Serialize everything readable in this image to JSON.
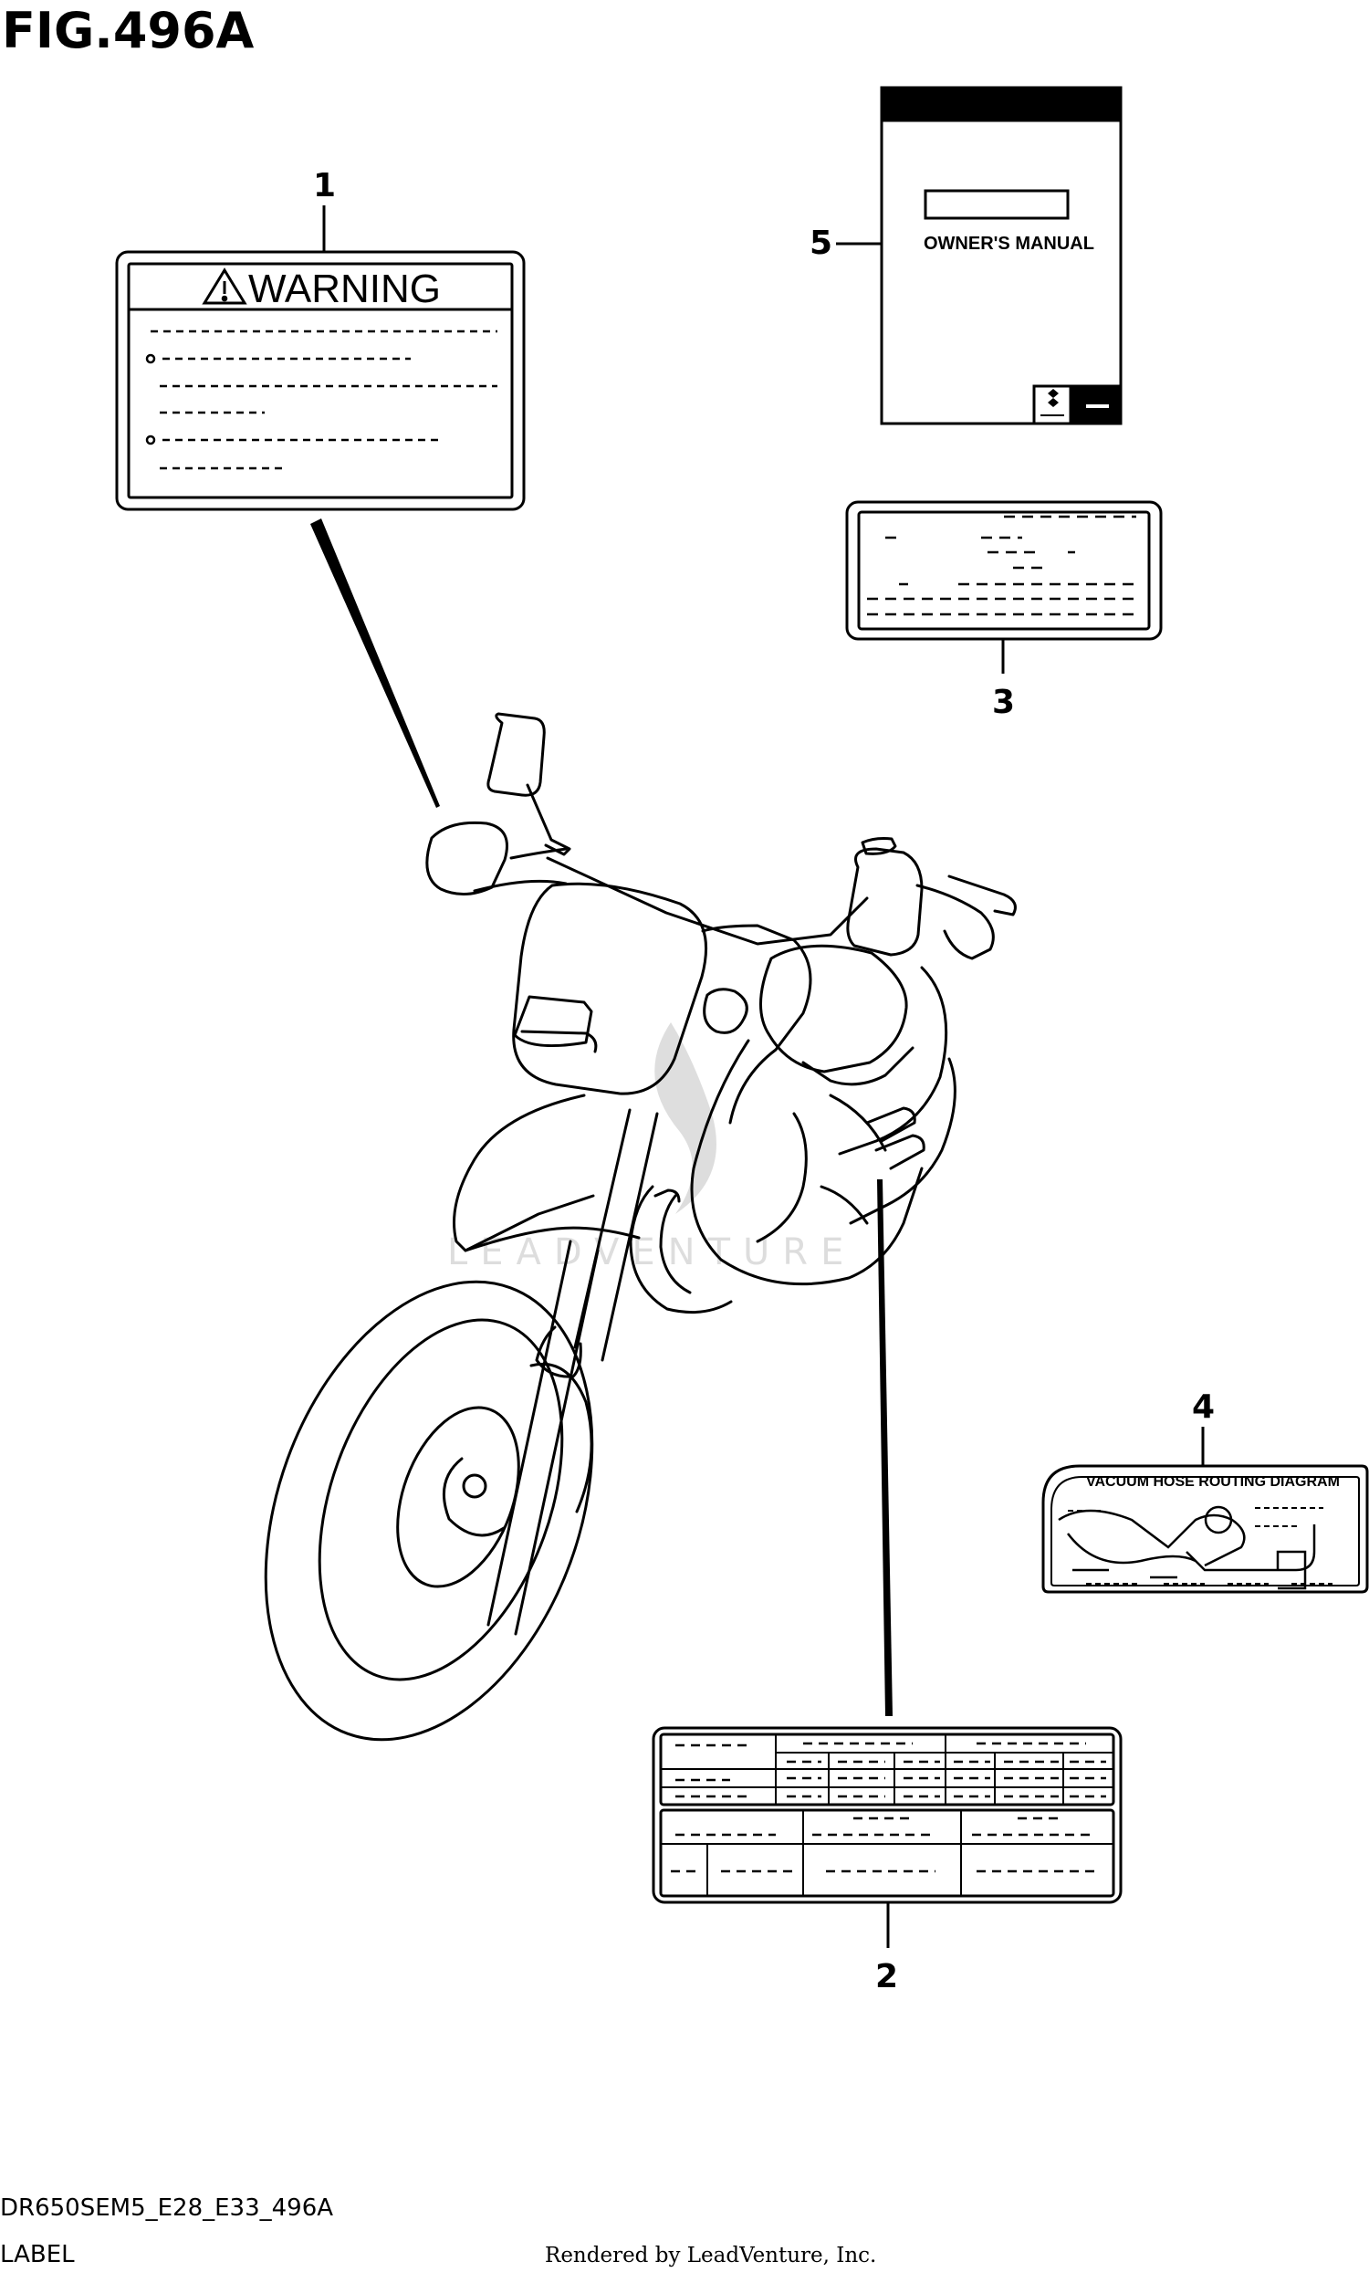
{
  "figure": {
    "title": "FIG.496A"
  },
  "callouts": {
    "c1": "1",
    "c2": "2",
    "c3": "3",
    "c4": "4",
    "c5": "5"
  },
  "labels": {
    "warning_title": "WARNING",
    "owners_manual": "OWNER'S MANUAL",
    "vacuum_title": "VACUUM HOSE ROUTING DIAGRAM"
  },
  "watermark": {
    "text": "LEADVENTURE"
  },
  "footer": {
    "diagram_id": "DR650SEM5_E28_E33_496A",
    "category": "LABEL",
    "credit": "Rendered by LeadVenture, Inc."
  }
}
